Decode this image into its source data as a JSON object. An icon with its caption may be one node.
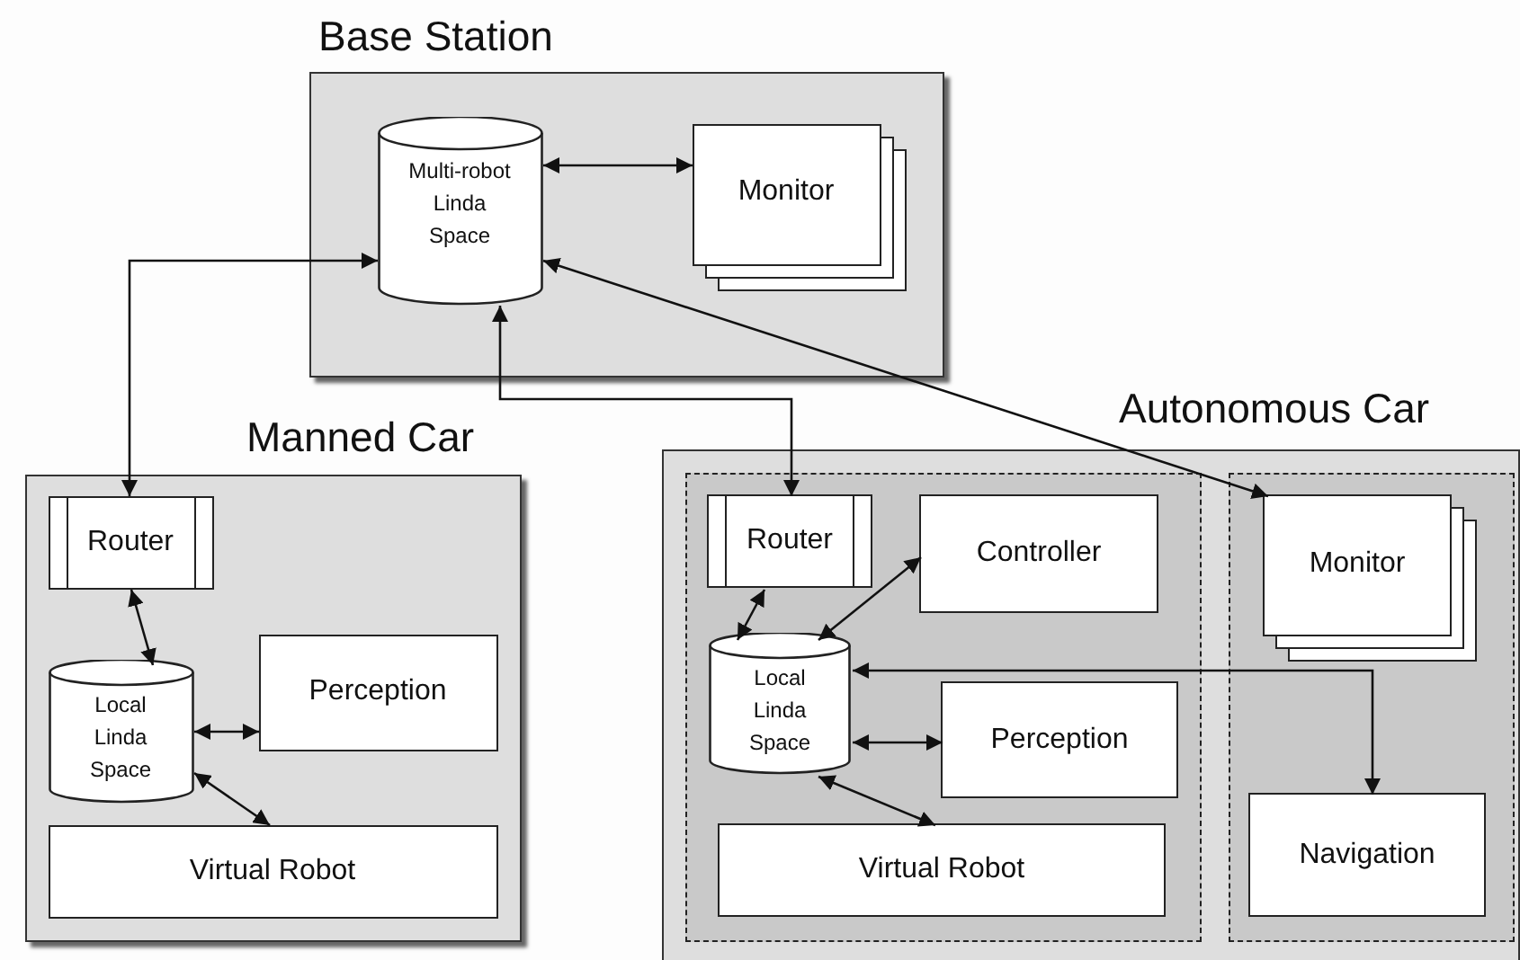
{
  "diagram": {
    "nodes": [
      {
        "text": [
          "Base Station"
        ]
      },
      {
        "text": [
          "Multi-robot Linda Space"
        ],
        "in": 0
      },
      {
        "text": [
          "Monitor"
        ],
        "in": 0
      },
      {
        "text": [
          "Manned Car"
        ]
      },
      {
        "text": [
          "Router"
        ],
        "in": 3
      },
      {
        "text": [
          "Local Linda Space"
        ],
        "in": 3
      },
      {
        "text": [
          "Perception"
        ],
        "in": 3
      },
      {
        "text": [
          "Virtual Robot"
        ],
        "in": 3
      },
      {
        "text": [
          "Autonomous Car"
        ]
      },
      {
        "text": [],
        "shape": "box",
        "in": 8
      },
      {
        "text": [],
        "shape": "box",
        "in": 8
      },
      {
        "text": [
          "Router"
        ],
        "in": 9
      },
      {
        "text": [
          "Controller"
        ],
        "in": 9
      },
      {
        "text": [
          "Local Linda Space"
        ],
        "in": 9
      },
      {
        "text": [
          "Perception"
        ],
        "in": 9
      },
      {
        "text": [
          "Virtual Robot"
        ],
        "in": 9
      },
      {
        "text": [
          "Monitor"
        ],
        "in": 10
      },
      {
        "text": [
          "Navigation"
        ],
        "in": 10
      }
    ],
    "edges": [
      {
        "from": 1,
        "to": 2,
        "arrow": "both"
      },
      {
        "from": 1,
        "to": 4,
        "arrow": "both"
      },
      {
        "from": 1,
        "to": 11,
        "arrow": "both"
      },
      {
        "from": 1,
        "to": 16,
        "arrow": "both"
      },
      {
        "from": 4,
        "to": 5,
        "arrow": "both"
      },
      {
        "from": 5,
        "to": 6,
        "arrow": "both"
      },
      {
        "from": 5,
        "to": 7,
        "arrow": "both"
      },
      {
        "from": 11,
        "to": 13,
        "arrow": "both"
      },
      {
        "from": 12,
        "to": 13,
        "arrow": "both"
      },
      {
        "from": 13,
        "to": 14,
        "arrow": "both"
      },
      {
        "from": 13,
        "to": 15,
        "arrow": "both"
      },
      {
        "from": 13,
        "to": 17,
        "arrow": "both"
      }
    ]
  }
}
